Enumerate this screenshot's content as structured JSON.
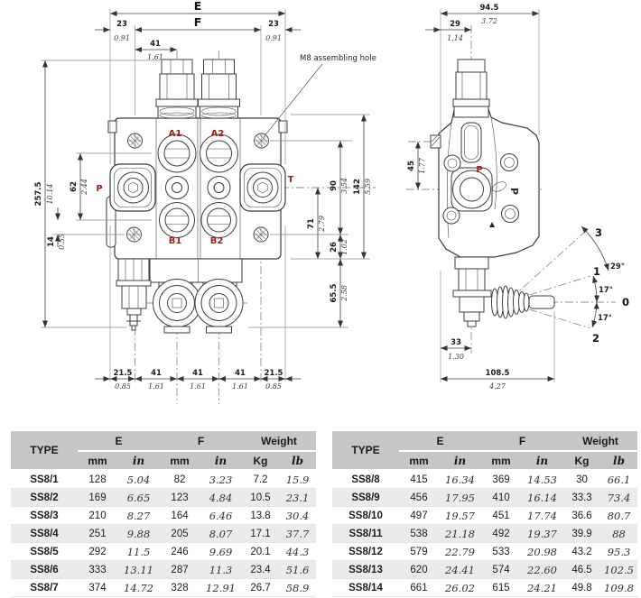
{
  "drawing": {
    "note_m8": "M8 assembling hole",
    "front": {
      "labels": {
        "a1": "A1",
        "a2": "A2",
        "b1": "B1",
        "b2": "B2",
        "p": "P",
        "t": "T"
      },
      "dim_e_label": "E",
      "dim_f_label": "F",
      "off_left": {
        "mm": "23",
        "in": "0.91"
      },
      "off_right": {
        "mm": "23",
        "in": "0.91"
      },
      "pitch41": {
        "mm": "41",
        "in": "1.61"
      },
      "total_h": {
        "mm": "257.5",
        "in": "10.14"
      },
      "ab_span": {
        "mm": "62",
        "in": "2.44"
      },
      "hole_off": {
        "mm": "14",
        "in": "0.55"
      },
      "hole_span": {
        "mm": "90",
        "in": "3.54"
      },
      "body_h": {
        "mm": "142",
        "in": "5.59"
      },
      "ct_bottom": {
        "mm": "71",
        "in": "2.79"
      },
      "hole_bottom": {
        "mm": "26",
        "in": "1.02"
      },
      "lower_h": {
        "mm": "65.5",
        "in": "2.58"
      },
      "bottom": [
        {
          "mm": "21.5",
          "in": "0.85"
        },
        {
          "mm": "41",
          "in": "1.61"
        },
        {
          "mm": "41",
          "in": "1.61"
        },
        {
          "mm": "41",
          "in": "1.61"
        },
        {
          "mm": "21.5",
          "in": "0.85"
        }
      ]
    },
    "side": {
      "p_label": "P",
      "cast_p": "P",
      "width": {
        "mm": "94.5",
        "in": "3.72"
      },
      "center_off": {
        "mm": "29",
        "in": "1.14"
      },
      "port_off": {
        "mm": "45",
        "in": "1.77"
      },
      "lever_off": {
        "mm": "33",
        "in": "1.30"
      },
      "reach": {
        "mm": "108.5",
        "in": "4.27"
      },
      "positions": {
        "p3": "3",
        "p1": "1",
        "p0": "0",
        "p2": "2"
      },
      "angles": {
        "a29": "29°",
        "a17u": "17°",
        "a17d": "17°"
      }
    }
  },
  "tables": {
    "headers": {
      "type": "TYPE",
      "e": "E",
      "f": "F",
      "weight": "Weight",
      "mm": "mm",
      "inch": "in",
      "kg": "Kg",
      "lb": "lb"
    },
    "left_rows": [
      {
        "type": "SS8/1",
        "e_mm": "128",
        "e_in": "5.04",
        "f_mm": "82",
        "f_in": "3.23",
        "kg": "7.2",
        "lb": "15.9"
      },
      {
        "type": "SS8/2",
        "e_mm": "169",
        "e_in": "6.65",
        "f_mm": "123",
        "f_in": "4.84",
        "kg": "10.5",
        "lb": "23.1"
      },
      {
        "type": "SS8/3",
        "e_mm": "210",
        "e_in": "8.27",
        "f_mm": "164",
        "f_in": "6.46",
        "kg": "13.8",
        "lb": "30.4"
      },
      {
        "type": "SS8/4",
        "e_mm": "251",
        "e_in": "9.88",
        "f_mm": "205",
        "f_in": "8.07",
        "kg": "17.1",
        "lb": "37.7"
      },
      {
        "type": "SS8/5",
        "e_mm": "292",
        "e_in": "11.5",
        "f_mm": "246",
        "f_in": "9.69",
        "kg": "20.1",
        "lb": "44.3"
      },
      {
        "type": "SS8/6",
        "e_mm": "333",
        "e_in": "13.11",
        "f_mm": "287",
        "f_in": "11.3",
        "kg": "23.4",
        "lb": "51.6"
      },
      {
        "type": "SS8/7",
        "e_mm": "374",
        "e_in": "14.72",
        "f_mm": "328",
        "f_in": "12.91",
        "kg": "26.7",
        "lb": "58.9"
      }
    ],
    "right_rows": [
      {
        "type": "SS8/8",
        "e_mm": "415",
        "e_in": "16.34",
        "f_mm": "369",
        "f_in": "14.53",
        "kg": "30",
        "lb": "66.1"
      },
      {
        "type": "SS8/9",
        "e_mm": "456",
        "e_in": "17.95",
        "f_mm": "410",
        "f_in": "16.14",
        "kg": "33.3",
        "lb": "73.4"
      },
      {
        "type": "SS8/10",
        "e_mm": "497",
        "e_in": "19.57",
        "f_mm": "451",
        "f_in": "17.74",
        "kg": "36.6",
        "lb": "80.7"
      },
      {
        "type": "SS8/11",
        "e_mm": "538",
        "e_in": "21.18",
        "f_mm": "492",
        "f_in": "19.37",
        "kg": "39.9",
        "lb": "88"
      },
      {
        "type": "SS8/12",
        "e_mm": "579",
        "e_in": "22.79",
        "f_mm": "533",
        "f_in": "20.98",
        "kg": "43.2",
        "lb": "95.3"
      },
      {
        "type": "SS8/13",
        "e_mm": "620",
        "e_in": "24.41",
        "f_mm": "574",
        "f_in": "22.60",
        "kg": "46.5",
        "lb": "102.5"
      },
      {
        "type": "SS8/14",
        "e_mm": "661",
        "e_in": "26.02",
        "f_mm": "615",
        "f_in": "24.21",
        "kg": "49.8",
        "lb": "109.8"
      }
    ]
  }
}
